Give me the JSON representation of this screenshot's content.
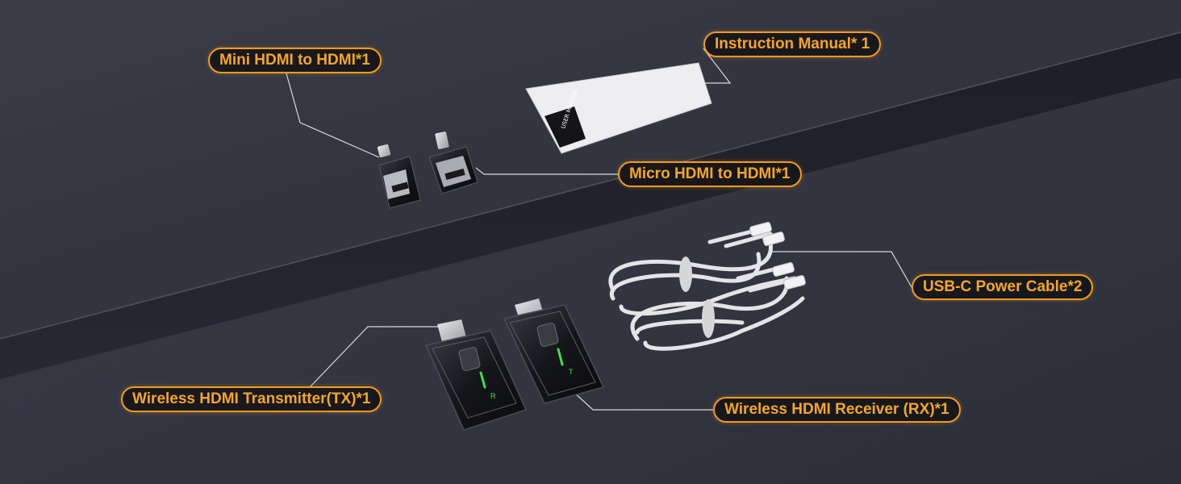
{
  "callouts": {
    "mini_hdmi": "Mini HDMI to HDMI*1",
    "instruction_manual": "Instruction Manual* 1",
    "micro_hdmi": "Micro HDMI to HDMI*1",
    "usb_c_cable": "USB-C Power Cable*2",
    "transmitter": "Wireless HDMI Transmitter(TX)*1",
    "receiver": "Wireless HDMI Receiver (RX)*1"
  },
  "manual_cover": {
    "title": "USER MANUAL"
  },
  "device_marks": {
    "transmitter_letter": "R",
    "receiver_letter": "T"
  },
  "colors": {
    "callout_border": "#f39a1e",
    "callout_text": "#f6a623",
    "led": "#3ee04a"
  }
}
